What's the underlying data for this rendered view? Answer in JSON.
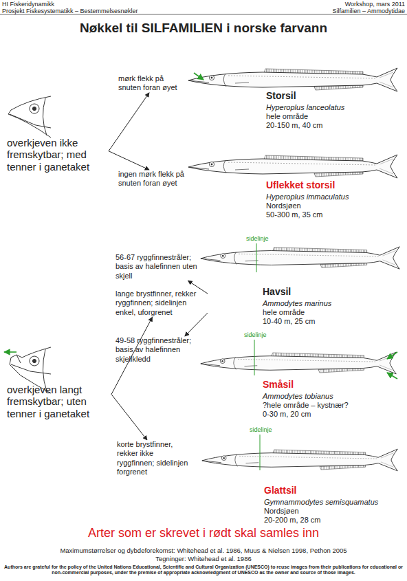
{
  "diagram": {
    "title": "Nøkkel til SILFAMILIEN i norske farvann",
    "nodes": [
      {
        "text": [
          "overkjeven ikke fremskytbar; med tenner i ganetaket"
        ]
      },
      {
        "text": [
          "mørk flekk på snuten foran øyet"
        ]
      },
      {
        "text": [
          "Storsil",
          "Hyperoplus lanceolatus",
          "hele område",
          "20-150 m, 40 cm"
        ]
      },
      {
        "text": [
          "ingen mørk flekk på snuten foran øyet"
        ]
      },
      {
        "text": [
          "Uflekket storsil",
          "Hyperoplus immaculatus",
          "Nordsjøen",
          "50-300 m, 35 cm"
        ]
      },
      {
        "text": [
          "overkjeven langt fremskytbar; uten tenner i ganetaket"
        ]
      },
      {
        "text": [
          "lange brystfinner, rekker ryggfinnen; sidelinjen enkel, uforgrenet"
        ]
      },
      {
        "text": [
          "56-67 ryggfinnestråler; basis av halefinnen uten skjell"
        ]
      },
      {
        "text": [
          "Havsil",
          "Ammodytes marinus",
          "hele område",
          "10-40 m, 25 cm"
        ]
      },
      {
        "text": [
          "49-58 ryggfinnestråler; basis av halefinnen skjellkledd"
        ]
      },
      {
        "text": [
          "Småsil",
          "Ammodytes tobianus",
          "?hele område – kystnær?",
          "0-30 m, 20 cm"
        ]
      },
      {
        "text": [
          "korte brystfinner, rekker ikke ryggfinnen; sidelinjen forgrenet"
        ]
      },
      {
        "text": [
          "Glattsil",
          "Gymnammodytes semisquamatus",
          "Nordsjøen",
          "20-200 m, 28 cm"
        ]
      }
    ],
    "edges": [
      {
        "from": 0,
        "to": 1,
        "arrow": "to"
      },
      {
        "from": 0,
        "to": 3,
        "arrow": "to"
      },
      {
        "from": 5,
        "to": 6,
        "arrow": "to"
      },
      {
        "from": 5,
        "to": 11,
        "arrow": "to"
      },
      {
        "from": 6,
        "to": 7,
        "arrow": "to"
      },
      {
        "from": 6,
        "to": 9,
        "arrow": "to"
      }
    ],
    "labels": [
      "HI Fiskeridynamikk",
      "Prosjekt Fiskesystematikk – Bestemmelsesnøkler",
      "Workshop, mars 2011",
      "Silfamilien – Ammodytidae",
      "sidelinje",
      "sidelinje",
      "sidelinje",
      "Arter som er skrevet i rødt skal samles inn",
      "Maximumstørrelser og dybdeforekomst: Whitehead et al. 1986, Muus & Nielsen 1998, Pethon 2005",
      "Tegninger: Whitehead et al. 1986",
      "Authors are grateful for the policy of the United Nations Educational, Scientific and Cultural Organization (UNESCO) to reuse images from their publications for educational or non-commercial purposes, under the premise of appropriate acknowledgment of UNESCO as the owner and source of those images."
    ]
  }
}
